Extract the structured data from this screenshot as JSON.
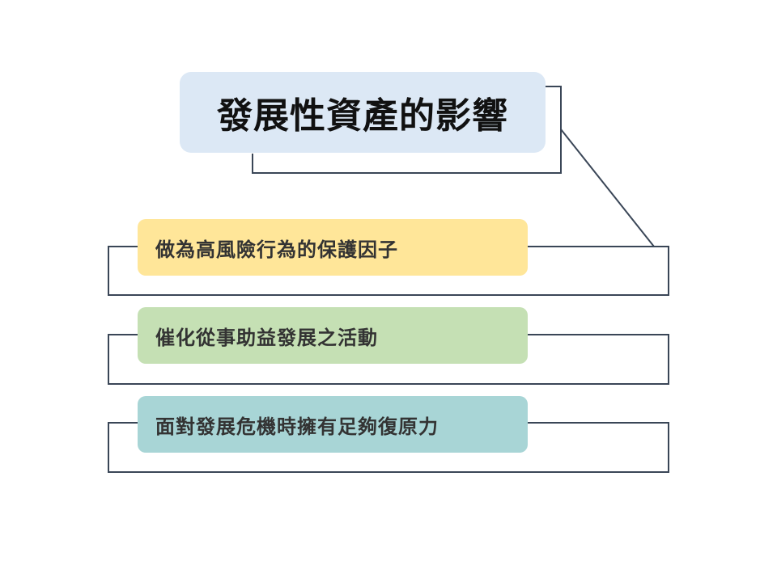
{
  "title": {
    "text": "發展性資產的影響",
    "background": "#dce8f5"
  },
  "items": [
    {
      "text": "做為高風險行為的保護因子",
      "background": "#ffe699"
    },
    {
      "text": "催化從事助益發展之活動",
      "background": "#c5e0b4"
    },
    {
      "text": "面對發展危機時擁有足夠復原力",
      "background": "#a8d5d6"
    }
  ],
  "colors": {
    "line": "#3a4657",
    "text": "#333333"
  }
}
